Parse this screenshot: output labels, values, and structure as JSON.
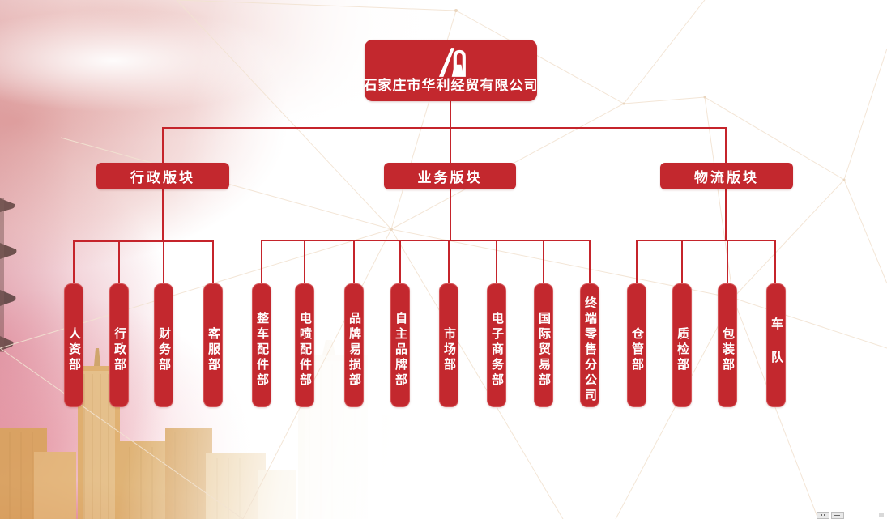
{
  "colors": {
    "box_red": "#c3282e",
    "line_red": "#c5242b",
    "text_white": "#ffffff",
    "mesh_line": "#f2e3d2",
    "city_gold": "#e0b068",
    "sky_pink": "#e87f9a"
  },
  "org": {
    "root": {
      "name": "石家庄市华利经贸有限公司",
      "logo_icon": "huali-arch-logo"
    },
    "groups": [
      {
        "label": "行政版块",
        "departments": [
          {
            "label": "人资部"
          },
          {
            "label": "行政部"
          },
          {
            "label": "财务部"
          },
          {
            "label": "客服部"
          }
        ]
      },
      {
        "label": "业务版块",
        "departments": [
          {
            "label": "整车配件部"
          },
          {
            "label": "电喷配件部"
          },
          {
            "label": "品牌易损部"
          },
          {
            "label": "自主品牌部"
          },
          {
            "label": "市场部"
          },
          {
            "label": "电子商务部"
          },
          {
            "label": "国际贸易部"
          },
          {
            "label": "终端零售分公司"
          }
        ]
      },
      {
        "label": "物流版块",
        "departments": [
          {
            "label": "仓管部"
          },
          {
            "label": "质检部"
          },
          {
            "label": "包装部"
          },
          {
            "label": "车队"
          }
        ]
      }
    ]
  }
}
